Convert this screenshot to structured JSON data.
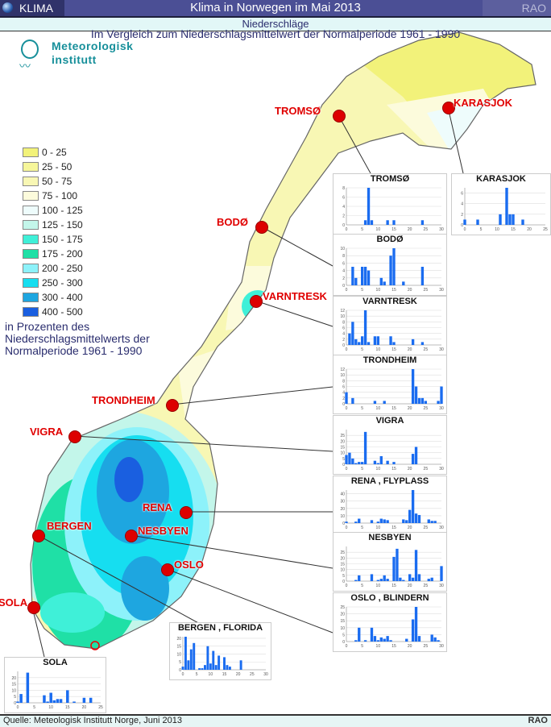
{
  "header": {
    "section": "KLIMA",
    "title": "Klima in Norwegen im Mai 2013",
    "brand": "RAO"
  },
  "subheader": "Niederschläge",
  "subtitle": "Im Vergleich zum Niederschlagsmittelwert der Normalperiode 1961 - 1990",
  "logo": {
    "line1": "Meteorologisk",
    "line2": "institutt"
  },
  "legend": {
    "items": [
      {
        "label": "0 - 25",
        "color": "#f2f27a"
      },
      {
        "label": "25 - 50",
        "color": "#f6f69a"
      },
      {
        "label": "50 - 75",
        "color": "#f8f7b4"
      },
      {
        "label": "75 - 100",
        "color": "#fcfbdc"
      },
      {
        "label": "100 - 125",
        "color": "#eefcfc"
      },
      {
        "label": "125 - 150",
        "color": "#c3f6ea"
      },
      {
        "label": "150 - 175",
        "color": "#3ff0d8"
      },
      {
        "label": "175 - 200",
        "color": "#1fe0a6"
      },
      {
        "label": "200 - 250",
        "color": "#8df2fa"
      },
      {
        "label": "250 - 300",
        "color": "#16def0"
      },
      {
        "label": "300 - 400",
        "color": "#1ea6e0"
      },
      {
        "label": "400 - 500",
        "color": "#1a5fe0"
      }
    ],
    "note": "in Prozenten des Niederschlagsmittelwerts der Normalperiode 1961 - 1990"
  },
  "stations": [
    {
      "name": "TROMSØ"
    },
    {
      "name": "KARASJOK"
    },
    {
      "name": "BODØ"
    },
    {
      "name": "VARNTRESK"
    },
    {
      "name": "TRONDHEIM"
    },
    {
      "name": "VIGRA"
    },
    {
      "name": "RENA"
    },
    {
      "name": "NESBYEN"
    },
    {
      "name": "OSLO"
    },
    {
      "name": "BERGEN"
    },
    {
      "name": "SOLA"
    }
  ],
  "chart_data": [
    {
      "type": "bar",
      "title": "TROMSØ",
      "ylim": [
        0,
        8
      ],
      "yticks": [
        0,
        2,
        4,
        6,
        8
      ],
      "xticks": [
        0,
        5,
        10,
        15,
        20,
        25,
        30
      ],
      "bars": [
        [
          6,
          1
        ],
        [
          7,
          8
        ],
        [
          8,
          1
        ],
        [
          13,
          1
        ],
        [
          15,
          1
        ],
        [
          24,
          1
        ]
      ]
    },
    {
      "type": "bar",
      "title": "KARASJOK",
      "ylim": [
        0,
        7
      ],
      "yticks": [
        0,
        2,
        4,
        6
      ],
      "xticks": [
        0,
        5,
        10,
        15,
        20,
        25
      ],
      "bars": [
        [
          0,
          1
        ],
        [
          4,
          1
        ],
        [
          11,
          2
        ],
        [
          13,
          7
        ],
        [
          14,
          2
        ],
        [
          15,
          2
        ],
        [
          18,
          1
        ]
      ]
    },
    {
      "type": "bar",
      "title": "BODØ",
      "ylim": [
        0,
        10
      ],
      "yticks": [
        0,
        2,
        4,
        6,
        8,
        10
      ],
      "xticks": [
        0,
        5,
        10,
        15,
        20,
        25,
        30
      ],
      "bars": [
        [
          2,
          5
        ],
        [
          3,
          2
        ],
        [
          5,
          5
        ],
        [
          6,
          5
        ],
        [
          7,
          4
        ],
        [
          11,
          2
        ],
        [
          12,
          1
        ],
        [
          14,
          8
        ],
        [
          15,
          10
        ],
        [
          18,
          1
        ],
        [
          24,
          5
        ]
      ]
    },
    {
      "type": "bar",
      "title": "VARNTRESK",
      "ylim": [
        0,
        12
      ],
      "yticks": [
        0,
        2,
        4,
        6,
        8,
        10,
        12
      ],
      "xticks": [
        0,
        5,
        10,
        15,
        20,
        25,
        30
      ],
      "bars": [
        [
          1,
          4
        ],
        [
          2,
          8
        ],
        [
          3,
          2
        ],
        [
          4,
          1
        ],
        [
          5,
          3
        ],
        [
          6,
          12
        ],
        [
          7,
          1
        ],
        [
          9,
          3
        ],
        [
          10,
          3
        ],
        [
          14,
          3
        ],
        [
          15,
          1
        ],
        [
          21,
          2
        ],
        [
          24,
          1
        ]
      ]
    },
    {
      "type": "bar",
      "title": "TRONDHEIM",
      "ylim": [
        0,
        12
      ],
      "yticks": [
        0,
        2,
        4,
        6,
        8,
        10,
        12
      ],
      "xticks": [
        0,
        5,
        10,
        15,
        20,
        25,
        30
      ],
      "bars": [
        [
          0,
          4
        ],
        [
          2,
          2
        ],
        [
          9,
          1
        ],
        [
          12,
          1
        ],
        [
          21,
          12
        ],
        [
          22,
          6
        ],
        [
          23,
          2
        ],
        [
          24,
          2
        ],
        [
          25,
          1
        ],
        [
          29,
          1
        ],
        [
          30,
          6
        ]
      ]
    },
    {
      "type": "bar",
      "title": "VIGRA",
      "ylim": [
        0,
        30
      ],
      "yticks": [
        0,
        5,
        10,
        15,
        20,
        25
      ],
      "xticks": [
        0,
        5,
        10,
        15,
        20,
        25,
        30
      ],
      "bars": [
        [
          0,
          8
        ],
        [
          1,
          10
        ],
        [
          2,
          5
        ],
        [
          3,
          1
        ],
        [
          4,
          2
        ],
        [
          5,
          2
        ],
        [
          6,
          28
        ],
        [
          9,
          3
        ],
        [
          10,
          1
        ],
        [
          11,
          7
        ],
        [
          13,
          3
        ],
        [
          15,
          2
        ],
        [
          21,
          9
        ],
        [
          22,
          15
        ]
      ]
    },
    {
      "type": "bar",
      "title": "RENA , FLYPLASS",
      "ylim": [
        0,
        45
      ],
      "yticks": [
        0,
        10,
        20,
        30,
        40
      ],
      "xticks": [
        0,
        5,
        10,
        15,
        20,
        25,
        30
      ],
      "bars": [
        [
          0,
          2
        ],
        [
          3,
          2
        ],
        [
          4,
          6
        ],
        [
          8,
          4
        ],
        [
          10,
          2
        ],
        [
          11,
          6
        ],
        [
          12,
          5
        ],
        [
          13,
          4
        ],
        [
          18,
          5
        ],
        [
          19,
          4
        ],
        [
          20,
          18
        ],
        [
          21,
          45
        ],
        [
          22,
          13
        ],
        [
          23,
          11
        ],
        [
          26,
          5
        ],
        [
          27,
          3
        ],
        [
          28,
          3
        ]
      ]
    },
    {
      "type": "bar",
      "title": "NESBYEN",
      "ylim": [
        0,
        30
      ],
      "yticks": [
        0,
        5,
        10,
        15,
        20,
        25
      ],
      "xticks": [
        0,
        5,
        10,
        15,
        20,
        25,
        30
      ],
      "bars": [
        [
          3,
          1
        ],
        [
          4,
          5
        ],
        [
          8,
          6
        ],
        [
          10,
          1
        ],
        [
          11,
          2
        ],
        [
          12,
          5
        ],
        [
          13,
          2
        ],
        [
          15,
          21
        ],
        [
          16,
          28
        ],
        [
          17,
          3
        ],
        [
          18,
          1
        ],
        [
          20,
          6
        ],
        [
          21,
          3
        ],
        [
          22,
          27
        ],
        [
          23,
          6
        ],
        [
          26,
          2
        ],
        [
          27,
          3
        ],
        [
          30,
          13
        ]
      ]
    },
    {
      "type": "bar",
      "title": "OSLO , BLINDERN",
      "ylim": [
        0,
        25
      ],
      "yticks": [
        0,
        5,
        10,
        15,
        20,
        25
      ],
      "xticks": [
        0,
        5,
        10,
        15,
        20,
        25,
        30
      ],
      "bars": [
        [
          3,
          1
        ],
        [
          4,
          10
        ],
        [
          6,
          1
        ],
        [
          8,
          10
        ],
        [
          9,
          4
        ],
        [
          10,
          1
        ],
        [
          11,
          3
        ],
        [
          12,
          2
        ],
        [
          13,
          4
        ],
        [
          14,
          1
        ],
        [
          19,
          2
        ],
        [
          21,
          16
        ],
        [
          22,
          25
        ],
        [
          23,
          4
        ],
        [
          27,
          5
        ],
        [
          28,
          3
        ],
        [
          29,
          1
        ]
      ]
    },
    {
      "type": "bar",
      "title": "BERGEN , FLORIDA",
      "ylim": [
        0,
        21
      ],
      "yticks": [
        0,
        5,
        10,
        15,
        20
      ],
      "xticks": [
        0,
        5,
        10,
        15,
        20,
        25,
        30
      ],
      "bars": [
        [
          0,
          2
        ],
        [
          1,
          21
        ],
        [
          2,
          6
        ],
        [
          3,
          13
        ],
        [
          4,
          17
        ],
        [
          6,
          1
        ],
        [
          7,
          1
        ],
        [
          8,
          3
        ],
        [
          9,
          15
        ],
        [
          10,
          4
        ],
        [
          11,
          12
        ],
        [
          12,
          3
        ],
        [
          13,
          9
        ],
        [
          15,
          8
        ],
        [
          16,
          3
        ],
        [
          17,
          2
        ],
        [
          21,
          6
        ]
      ]
    },
    {
      "type": "bar",
      "title": "SOLA",
      "ylim": [
        0,
        25
      ],
      "yticks": [
        0,
        5,
        10,
        15,
        20
      ],
      "xticks": [
        0,
        5,
        10,
        15,
        20,
        25
      ],
      "bars": [
        [
          0,
          1
        ],
        [
          1,
          7
        ],
        [
          3,
          24
        ],
        [
          8,
          6
        ],
        [
          9,
          1
        ],
        [
          10,
          8
        ],
        [
          11,
          2
        ],
        [
          12,
          3
        ],
        [
          13,
          3
        ],
        [
          15,
          10
        ],
        [
          17,
          1
        ],
        [
          20,
          4
        ],
        [
          22,
          4
        ],
        [
          27,
          1
        ],
        [
          28,
          4
        ],
        [
          29,
          2
        ]
      ]
    }
  ],
  "footer": {
    "source": "Quelle: Meteologisk Institutt Norge, Juni 2013",
    "brand": "RAO"
  }
}
